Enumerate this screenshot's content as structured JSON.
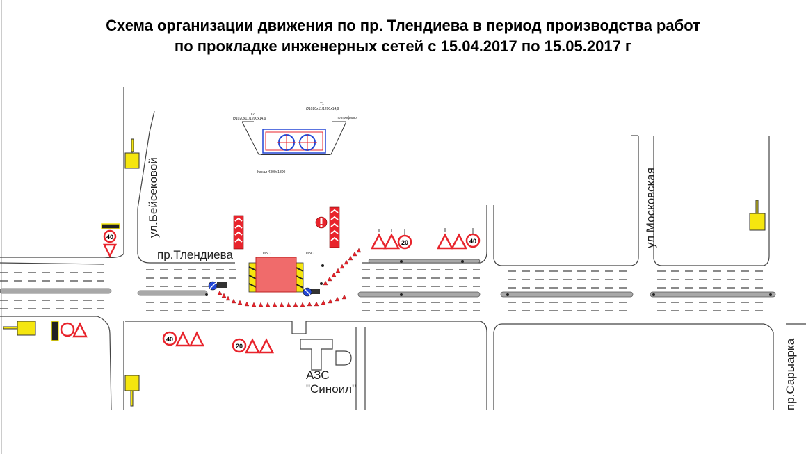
{
  "title": {
    "line1": "Схема организации движения по пр. Тлендиева в период производства работ",
    "line2": "по прокладке инженерных сетей с 15.04.2017  по 15.05.2017  г"
  },
  "streets": {
    "beisekova": "ул.Бейсековой",
    "tlendieva": "пр.Тлендиева",
    "moskovskaya": "ул.Московская",
    "saryarka": "пр.Сарыарка"
  },
  "fuel_station": {
    "name": "АЗС",
    "brand": "\"Синоил\""
  },
  "work_zone": {
    "fbs_left": "ФБС",
    "fbs_right": "ФБС"
  },
  "cross_section": {
    "t1_label": "Т1",
    "t1_spec": "Ø1020x11/1200x14,9",
    "t2_label": "Т2",
    "t2_spec": "Ø1020x11/1200x14,9",
    "profile": "по профилю",
    "trench": "Канал  4300x1800"
  },
  "speed_limits": [
    "40",
    "20",
    "40",
    "40",
    "20"
  ],
  "colors": {
    "barrier_red": "#e8242c",
    "work_zone_fill": "#f06b6b",
    "marker_yellow": "#f5e60f",
    "sign_blue": "#2347d6",
    "road_line": "#444444",
    "median": "#a8a8a8"
  }
}
